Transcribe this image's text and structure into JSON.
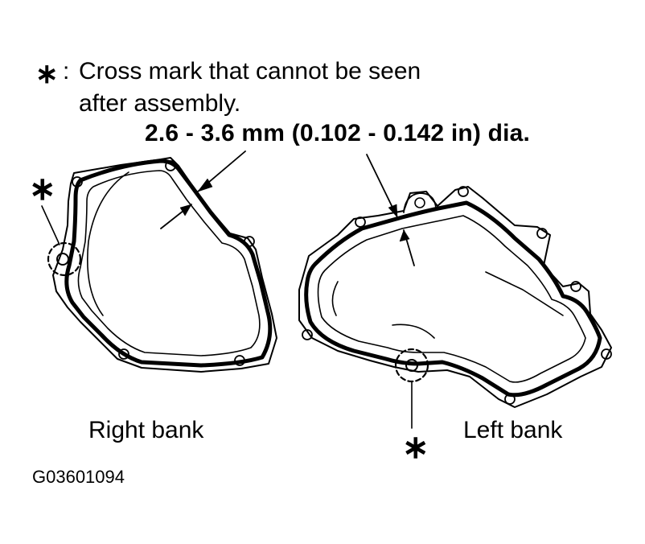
{
  "legend": {
    "symbol": "∗",
    "separator": ":",
    "line1": "Cross mark that cannot be seen",
    "line2": "after assembly."
  },
  "dimension_label": "2.6 - 3.6 mm (0.102 - 0.142 in) dia.",
  "right_bank": {
    "label": "Right bank",
    "mark": "∗"
  },
  "left_bank": {
    "label": "Left bank",
    "mark": "∗"
  },
  "figure_code": "G03601094"
}
